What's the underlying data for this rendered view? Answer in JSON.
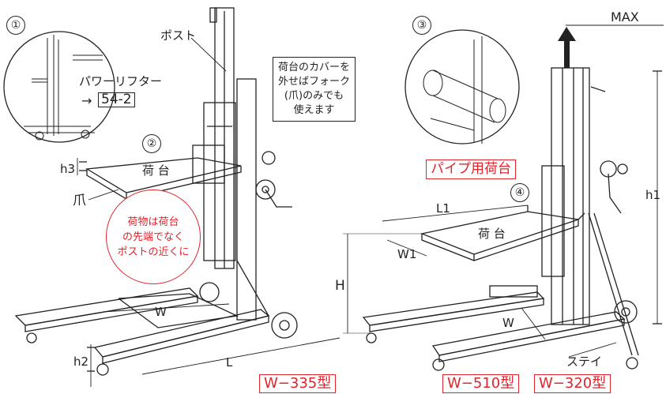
{
  "labels": {
    "post": "ポスト",
    "max": "MAX",
    "h3": "h3",
    "claw": "爪",
    "W": "W",
    "L": "L",
    "h2": "h2",
    "H": "H",
    "W1": "W1",
    "L1": "L1",
    "W_right": "W",
    "h1": "h1",
    "stay": "ステイ",
    "platform_left": "荷 台",
    "platform_right": "荷 台"
  },
  "inset1": {
    "number": "①",
    "power_lifter": "パワーリフター",
    "arrow": "→",
    "ref": "54-2"
  },
  "markers": {
    "n2": "②",
    "n3": "③",
    "n4": "④"
  },
  "notes": {
    "cover_note": "荷台のカバーを\n外せばフォーク\n(爪)のみでも\n使えます",
    "pipe_platform": "パイプ用荷台",
    "load_note": "荷物は荷台\nの先端でなく\nポストの近くに"
  },
  "models": {
    "m335": "W−335型",
    "m510": "W−510型",
    "m320": "W−320型"
  },
  "colors": {
    "accent_red": "#e0242b",
    "line": "#222222",
    "arrow_fill": "#222222"
  }
}
